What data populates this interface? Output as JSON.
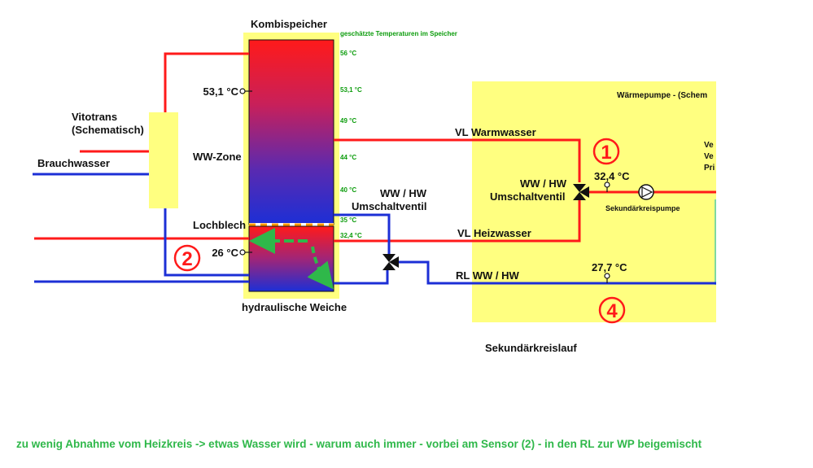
{
  "title": "Kombispeicher",
  "temps_heading": "geschätzte Temperaturen im Speicher",
  "temp_scale": [
    "56 °C",
    "53,1 °C",
    "49 °C",
    "44 °C",
    "40 °C",
    "35 °C",
    "32,4 °C"
  ],
  "sensor_top": "53,1 °C",
  "sensor_bottom": "26 °C",
  "vitotrans_line1": "Vitotrans",
  "vitotrans_line2": "(Schematisch)",
  "brauchwasser": "Brauchwasser",
  "ww_zone": "WW-Zone",
  "lochblech": "Lochblech",
  "weiche": "hydraulische Weiche",
  "valve_left_line1": "WW / HW",
  "valve_left_line2": "Umschaltventil",
  "vl_warmwasser": "VL Warmwasser",
  "vl_heizwasser": "VL Heizwasser",
  "rl_ww_hw": "RL WW / HW",
  "wp_title": "Wärmepumpe - (Schem",
  "wp_valve_line1": "WW / HW",
  "wp_valve_line2": "Umschaltventil",
  "wp_sensor_vl": "32,4 °C",
  "wp_sensor_rl": "27,7 °C",
  "pump_label": "Sekundärkreispumpe",
  "wp_right_lines": [
    "Ve",
    "Ve",
    "Pri"
  ],
  "badges": [
    "1",
    "2",
    "4"
  ],
  "sekundaerkreis": "Sekundärkreislauf",
  "caption": "zu wenig Abnahme vom Heizkreis -> etwas Wasser wird - warum auch immer - vorbei am Sensor (2) - in den RL zur WP beigemischt",
  "colors": {
    "red": "#ff1a1a",
    "blue": "#1c2fd6",
    "yellow": "#ffff80",
    "green": "#2fb84a",
    "label_green": "#0c9c0c"
  }
}
